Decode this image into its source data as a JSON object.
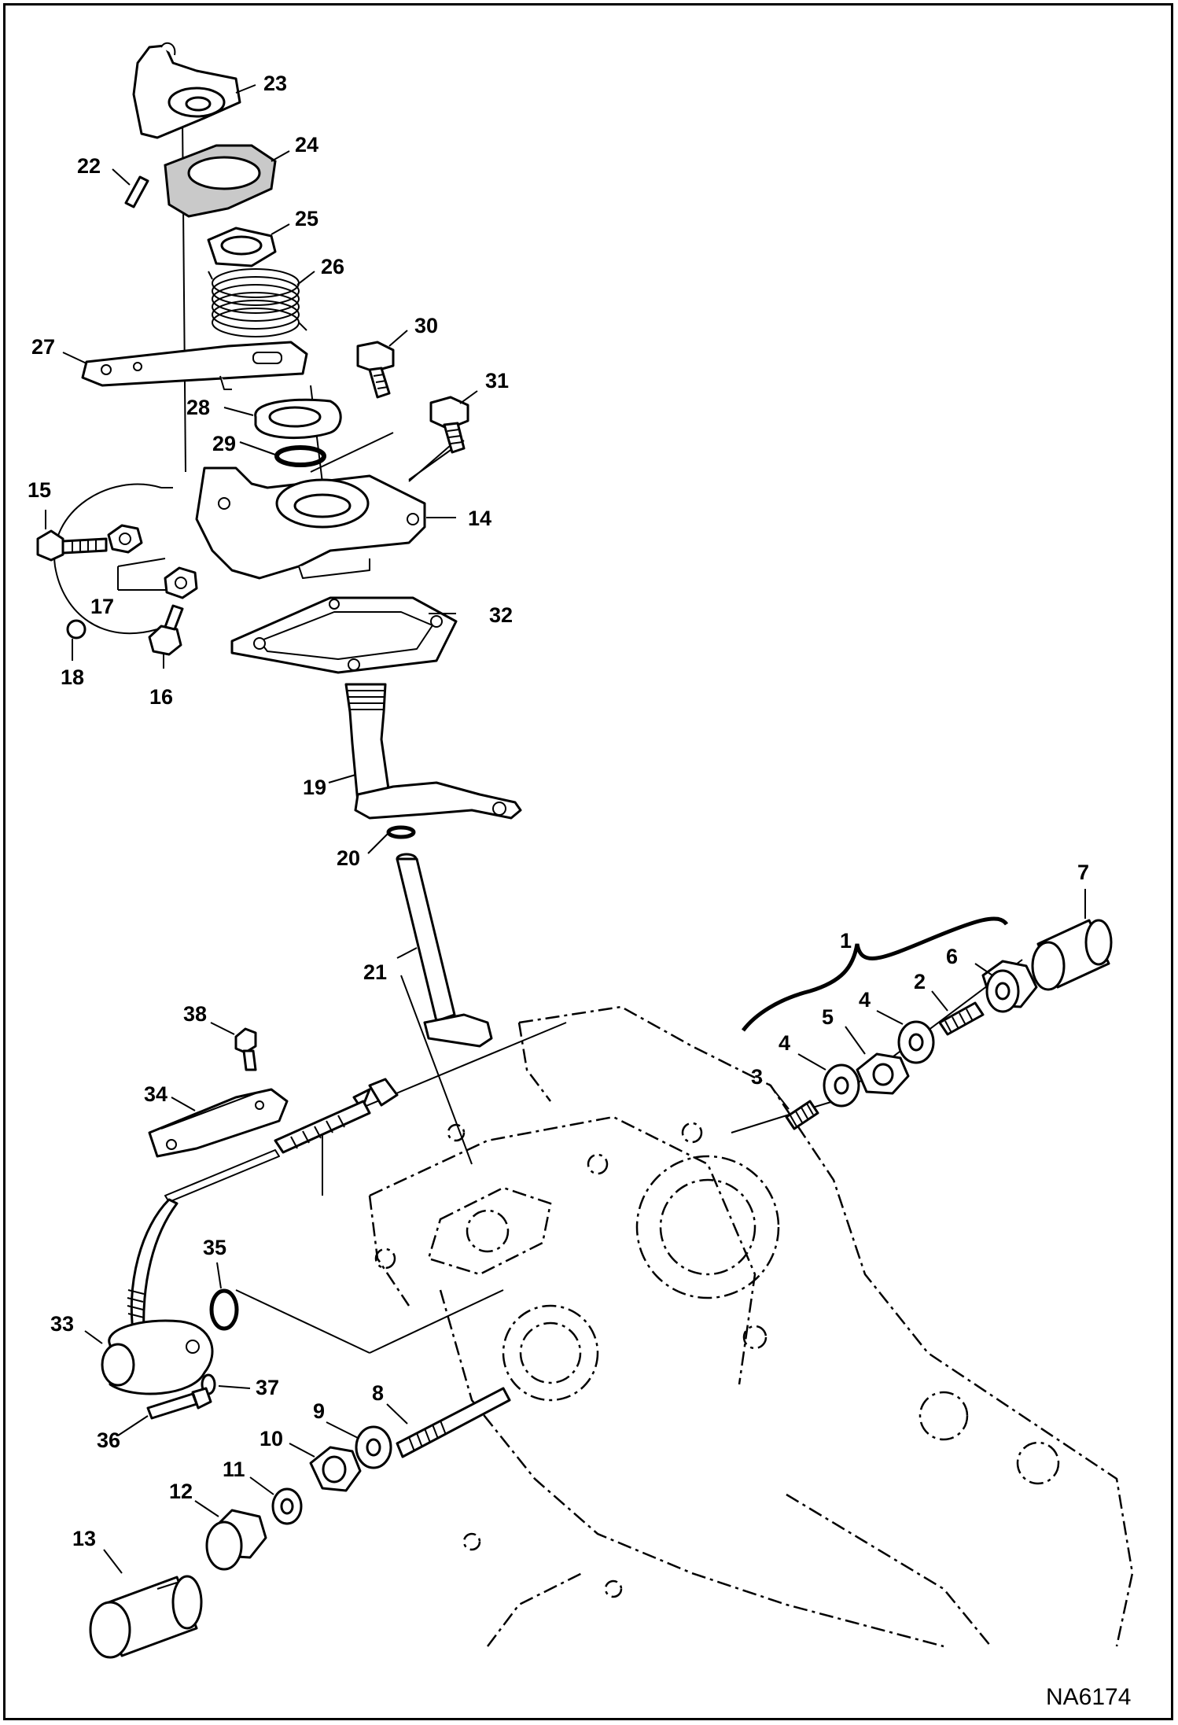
{
  "diagram": {
    "reference_code": "NA6174",
    "callouts": [
      "1",
      "2",
      "3",
      "4",
      "5",
      "6",
      "7",
      "8",
      "9",
      "10",
      "11",
      "12",
      "13",
      "14",
      "15",
      "16",
      "17",
      "18",
      "19",
      "20",
      "21",
      "22",
      "23",
      "24",
      "25",
      "26",
      "27",
      "28",
      "29",
      "30",
      "31",
      "32",
      "33",
      "34",
      "35",
      "36",
      "37",
      "38"
    ],
    "duplicate_callout": "4"
  },
  "colors": {
    "line": "#000000",
    "background": "#ffffff",
    "shading": "#c9c9c9"
  }
}
